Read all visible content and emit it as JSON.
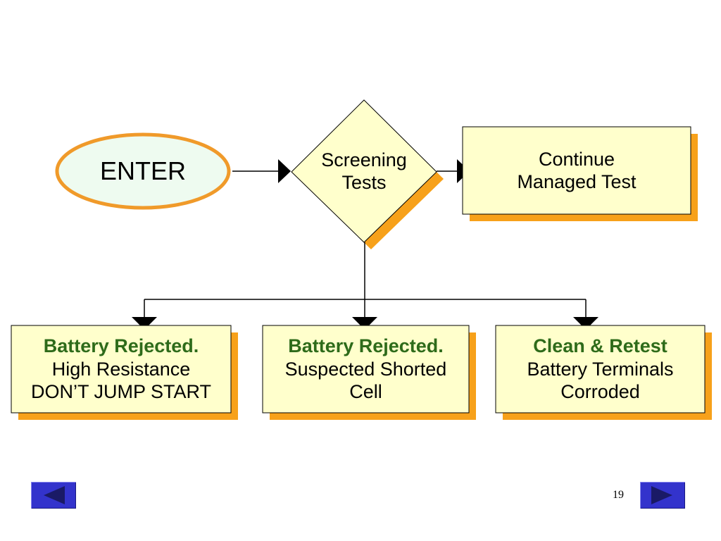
{
  "enter": {
    "label": "ENTER"
  },
  "decision": {
    "line1": "Screening",
    "line2": "Tests"
  },
  "continue_box": {
    "line1": "Continue",
    "line2": "Managed Test"
  },
  "outcomes": [
    {
      "title": "Battery Rejected.",
      "line1": "High Resistance",
      "line2": "DON’T JUMP START"
    },
    {
      "title": "Battery Rejected.",
      "line1": "Suspected Shorted",
      "line2": "Cell"
    },
    {
      "title": "Clean & Retest",
      "line1": "Battery Terminals",
      "line2": "Corroded"
    }
  ],
  "footer": {
    "page_number": "19"
  },
  "nav": {
    "prev_icon": "left-triangle-icon",
    "next_icon": "right-triangle-icon"
  },
  "colors": {
    "box_fill": "#ffffcc",
    "shadow": "#f7a11a",
    "ellipse_fill": "#eefbf0",
    "ellipse_stroke": "#f09a2a",
    "title_green": "#2e6b1a",
    "nav_blue": "#3333cc"
  }
}
